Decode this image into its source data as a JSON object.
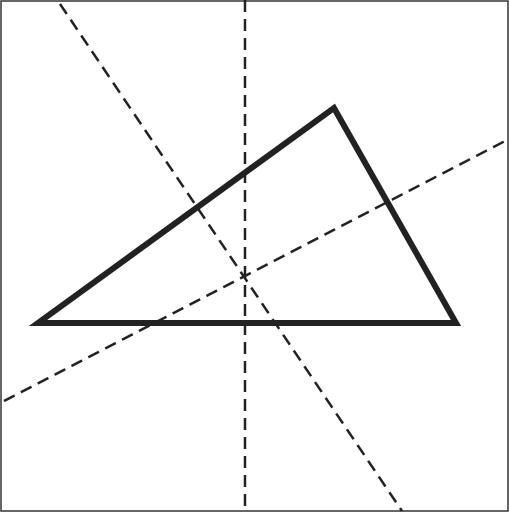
{
  "diagram": {
    "description_visible_text": "",
    "colors": {
      "background": "#ffffff",
      "stroke": "#222222",
      "frame": "#333333"
    },
    "elements": [
      {
        "name": "triangle",
        "kind": "solid polygon"
      },
      {
        "name": "perpendicular-bisector-vertical",
        "kind": "dashed line"
      },
      {
        "name": "perpendicular-bisector-diagonal",
        "kind": "dashed line"
      },
      {
        "name": "perpendicular-bisector-shallow",
        "kind": "dashed line"
      }
    ]
  }
}
